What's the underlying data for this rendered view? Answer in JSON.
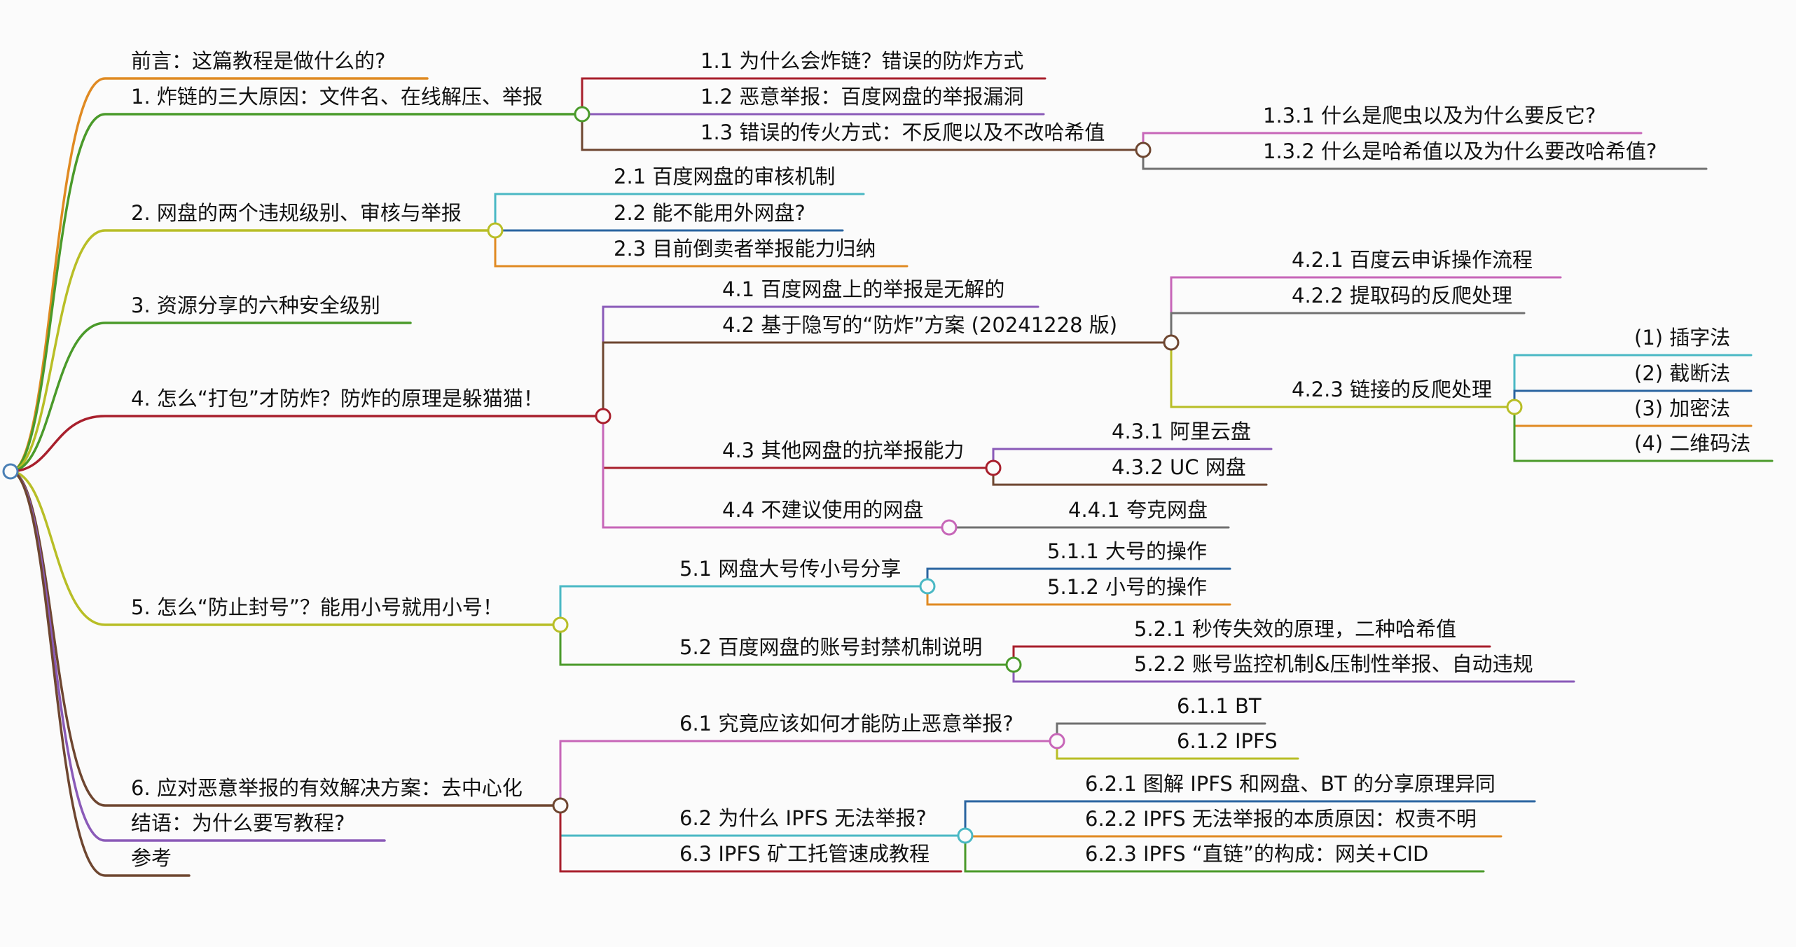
{
  "nodes": {
    "n0": "前言：这篇教程是做什么的?",
    "n1": "1. 炸链的三大原因：文件名、在线解压、举报",
    "n1_1": "1.1 为什么会炸链？错误的防炸方式",
    "n1_2": "1.2 恶意举报：百度网盘的举报漏洞",
    "n1_3": "1.3 错误的传火方式：不反爬以及不改哈希值",
    "n1_3_1": "1.3.1 什么是爬虫以及为什么要反它?",
    "n1_3_2": "1.3.2 什么是哈希值以及为什么要改哈希值?",
    "n2": "2. 网盘的两个违规级别、审核与举报",
    "n2_1": "2.1 百度网盘的审核机制",
    "n2_2": "2.2 能不能用外网盘?",
    "n2_3": "2.3 目前倒卖者举报能力归纳",
    "n3": "3. 资源分享的六种安全级别",
    "n4": "4. 怎么“打包”才防炸？防炸的原理是躲猫猫！",
    "n4_1": "4.1 百度网盘上的举报是无解的",
    "n4_2": "4.2 基于隐写的“防炸”方案 (20241228 版)",
    "n4_2_1": "4.2.1 百度云申诉操作流程",
    "n4_2_2": "4.2.2 提取码的反爬处理",
    "n4_2_3": "4.2.3 链接的反爬处理",
    "n4_2_3_1": "(1) 插字法",
    "n4_2_3_2": "(2) 截断法",
    "n4_2_3_3": "(3) 加密法",
    "n4_2_3_4": "(4) 二维码法",
    "n4_3": "4.3 其他网盘的抗举报能力",
    "n4_3_1": "4.3.1 阿里云盘",
    "n4_3_2": "4.3.2 UC 网盘",
    "n4_4": "4.4 不建议使用的网盘",
    "n4_4_1": "4.4.1 夸克网盘",
    "n5": "5. 怎么“防止封号”？能用小号就用小号！",
    "n5_1": "5.1 网盘大号传小号分享",
    "n5_1_1": "5.1.1 大号的操作",
    "n5_1_2": "5.1.2 小号的操作",
    "n5_2": "5.2 百度网盘的账号封禁机制说明",
    "n5_2_1": "5.2.1 秒传失效的原理，二种哈希值",
    "n5_2_2": "5.2.2 账号监控机制&压制性举报、自动违规",
    "n6": "6. 应对恶意举报的有效解决方案：去中心化",
    "n6_1": "6.1 究竟应该如何才能防止恶意举报?",
    "n6_1_1": "6.1.1 BT",
    "n6_1_2": "6.1.2 IPFS",
    "n6_2": "6.2 为什么 IPFS 无法举报?",
    "n6_2_1": "6.2.1 图解 IPFS 和网盘、BT 的分享原理异同",
    "n6_2_2": "6.2.2 IPFS 无法举报的本质原因：权责不明",
    "n6_2_3": "6.2.3 IPFS “直链”的构成：网关+CID",
    "n6_3": "6.3 IPFS 矿工托管速成教程",
    "n7": "结语：为什么要写教程?",
    "n8": "参考"
  },
  "colors": {
    "root": "#4a7fb5",
    "orange": "#e08a22",
    "green": "#4a9a2a",
    "olive": "#b8be26",
    "red": "#a81f2c",
    "purple": "#8a5ab8",
    "brown": "#6e4630",
    "magenta": "#c766b8",
    "gray": "#707070",
    "cyan": "#4ab8c4",
    "blue": "#2a64a0"
  }
}
